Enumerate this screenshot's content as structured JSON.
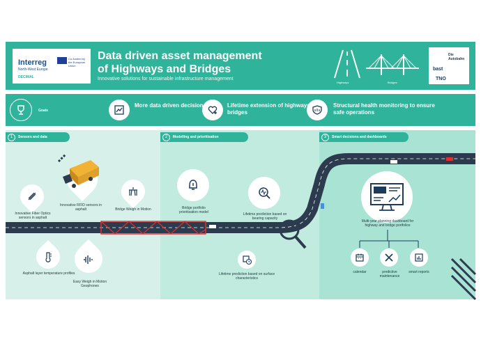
{
  "header": {
    "logo_interreg": "Interreg",
    "logo_nwe": "North-West Europe",
    "logo_decimal": "DECIMAL",
    "logo_eu": "Co-funded by the European Union",
    "title_line1": "Data driven asset management",
    "title_line2": "of Highways and Bridges",
    "subtitle": "Innovative solutions for sustainable infrastructure management",
    "highways_label": "Highways",
    "bridges_label": "Bridges",
    "partner_die_autobahn": "Die Autobahn",
    "partner_bast": "bast",
    "partner_tno": "TNO"
  },
  "goals": {
    "label": "Goals",
    "items": [
      {
        "text": "More data driven decisions",
        "icon": "chart-icon"
      },
      {
        "text": "Lifetime extension of highways and bridges",
        "icon": "heart-plus-icon"
      },
      {
        "text": "Structural health monitoring to ensure safe operations",
        "icon": "bridge-shield-icon"
      }
    ]
  },
  "panels": [
    {
      "number": "1",
      "label": "Sensors and data"
    },
    {
      "number": "2",
      "label": "Modelling and prioritisation"
    },
    {
      "number": "3",
      "label": "Smart decisions and dashboards"
    }
  ],
  "sensors": {
    "fibre": "Innovative Fiber Optics sensors in asphalt",
    "rfid": "Innovative RFID sensors in asphalt",
    "wim": "Bridge Weigh in Motion",
    "asphalt": "Asphalt layer temperature profiles",
    "easy_wim": "Easy Weigh in Motion Geophones"
  },
  "modelling": {
    "bridge_model": "Bridge portfolio prioritisation model",
    "bearing": "Lifetime prediction based on bearing capacity",
    "surface": "Lifetime prediction based on surface characteristics"
  },
  "dashboard": {
    "main": "Multi-year planning dashboard for highway and bridge portfolios",
    "calendar": "calendar",
    "maintenance": "predictive maintenance",
    "reports": "smart reports"
  },
  "colors": {
    "teal": "#2fb39b",
    "light_teal": "#bde9de",
    "road": "#2d3b4e"
  }
}
